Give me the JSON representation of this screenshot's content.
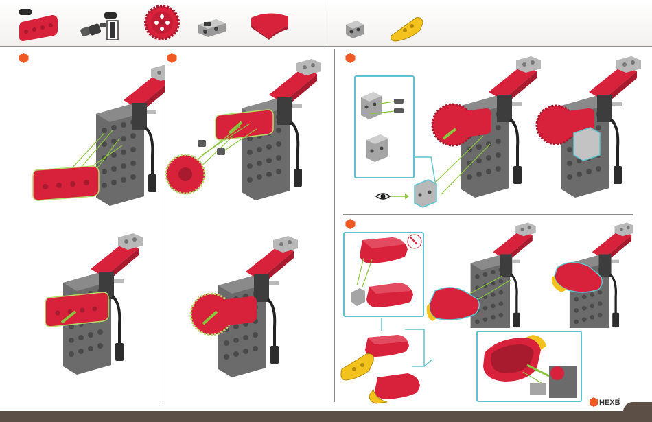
{
  "parts": [
    {
      "name": "red-beam",
      "quantity_badge": true
    },
    {
      "name": "gray-axle-connector",
      "quantity_badge": true
    },
    {
      "name": "red-gear"
    },
    {
      "name": "gray-axle-block"
    },
    {
      "name": "red-curved-panel"
    },
    {
      "name": "gray-bracket"
    },
    {
      "name": "yellow-wedge"
    }
  ],
  "colors": {
    "red": "#d8213b",
    "dark_red": "#a81a2e",
    "gray": "#8f8f8f",
    "dark_gray": "#5a5a5a",
    "light_gray": "#c9c9c9",
    "yellow": "#f3c21c",
    "green": "#8cc63f",
    "teal": "#5fc3cf",
    "step_orange": "#ef5a24",
    "footer_brown": "#5c4f45"
  },
  "steps": [
    {
      "id": "step-1"
    },
    {
      "id": "step-2"
    },
    {
      "id": "step-3"
    },
    {
      "id": "step-4"
    }
  ],
  "brand": {
    "logo_text": "HEXBUG",
    "logo_mark": "®"
  }
}
